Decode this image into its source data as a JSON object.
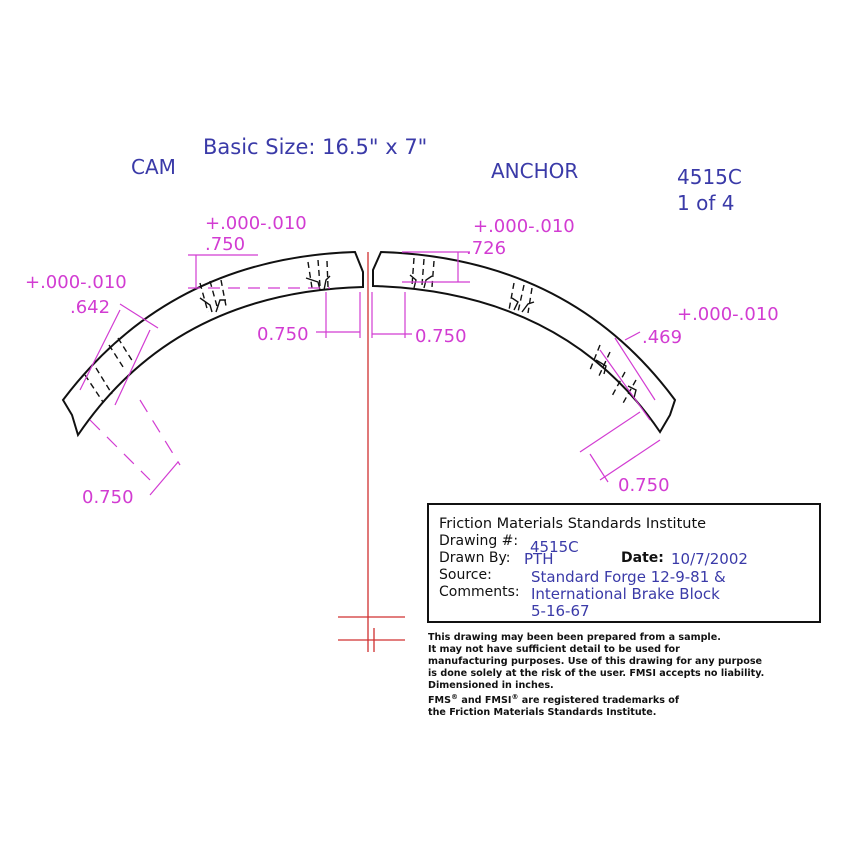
{
  "header": {
    "basic_size": "Basic Size: 16.5\" x 7\"",
    "cam_label": "CAM",
    "anchor_label": "ANCHOR",
    "part_number": "4515C",
    "sheet": "1 of 4"
  },
  "dimensions": {
    "left_top_tolerance": "+.000-.010",
    "left_top_value": ".750",
    "left_side_tolerance": "+.000-.010",
    "left_side_value": ".642",
    "left_gap": "0.750",
    "left_end": "0.750",
    "right_top_tolerance": "+.000-.010",
    "right_top_value": ".726",
    "right_side_tolerance": "+.000-.010",
    "right_side_value": ".469",
    "right_gap": "0.750",
    "right_end": "0.750"
  },
  "colors": {
    "dimension": "#d23cd2",
    "title_text": "#3a3aa8",
    "centerline": "#d03030",
    "outline": "#111111"
  },
  "title_block": {
    "organization": "Friction Materials Standards Institute",
    "drawing_label": "Drawing #:",
    "drawing_value": "4515C",
    "drawn_by_label": "Drawn By:",
    "drawn_by_value": "PTH",
    "date_label": "Date:",
    "date_value": "10/7/2002",
    "source_label": "Source:",
    "comments_label": "Comments:",
    "source_lines": [
      "Standard Forge 12-9-81 &",
      "International Brake Block",
      "5-16-67"
    ]
  },
  "disclaimer": {
    "lines": [
      "This drawing may been been prepared from a sample.",
      "It may not have sufficient detail to be used for",
      "manufacturing purposes.  Use of this drawing for any purpose",
      "is done solely at the risk of the user. FMSI accepts no liability.",
      "Dimensioned in inches."
    ],
    "tm_fms": "FMS",
    "tm_and": " and ",
    "tm_fmsi": "FMSI",
    "tm_rest": " are registered trademarks of",
    "tm_last": "the Friction Materials Standards Institute.",
    "reg_mark": "®"
  }
}
